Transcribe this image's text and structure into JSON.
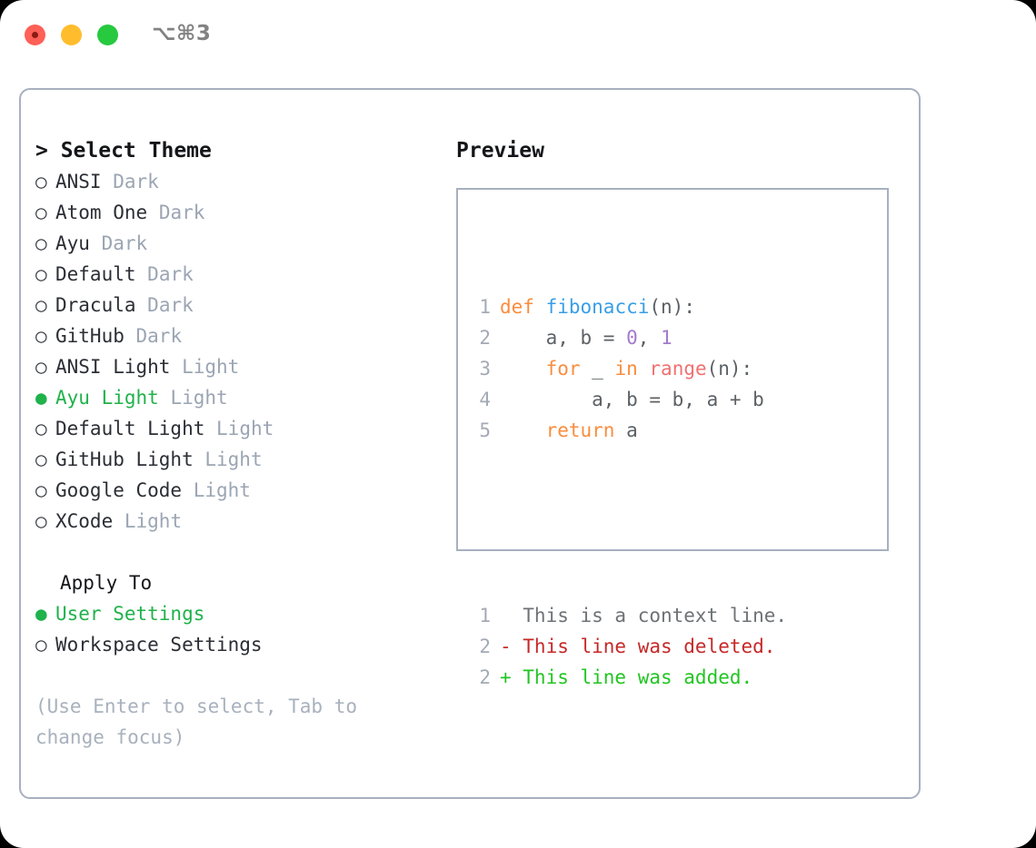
{
  "window": {
    "title": "⌥⌘3",
    "traffic_lights": [
      "close",
      "minimize",
      "maximize"
    ],
    "colors": {
      "close": "#FF6057",
      "minimize": "#FFBD2E",
      "maximize": "#27C93F",
      "border": "#A7B0BF",
      "accent_green": "#20B24B",
      "muted": "#9BA5B3"
    }
  },
  "left": {
    "heading": "> Select Theme",
    "themes": [
      {
        "marker": "○",
        "name": "ANSI",
        "kind": "Dark",
        "selected": false
      },
      {
        "marker": "○",
        "name": "Atom One",
        "kind": "Dark",
        "selected": false
      },
      {
        "marker": "○",
        "name": "Ayu",
        "kind": "Dark",
        "selected": false
      },
      {
        "marker": "○",
        "name": "Default",
        "kind": "Dark",
        "selected": false
      },
      {
        "marker": "○",
        "name": "Dracula",
        "kind": "Dark",
        "selected": false
      },
      {
        "marker": "○",
        "name": "GitHub",
        "kind": "Dark",
        "selected": false
      },
      {
        "marker": "○",
        "name": "ANSI Light",
        "kind": "Light",
        "selected": false
      },
      {
        "marker": "●",
        "name": "Ayu Light",
        "kind": "Light",
        "selected": true
      },
      {
        "marker": "○",
        "name": "Default Light",
        "kind": "Light",
        "selected": false
      },
      {
        "marker": "○",
        "name": "GitHub Light",
        "kind": "Light",
        "selected": false
      },
      {
        "marker": "○",
        "name": "Google Code",
        "kind": "Light",
        "selected": false
      },
      {
        "marker": "○",
        "name": "XCode",
        "kind": "Light",
        "selected": false
      }
    ],
    "apply_to": {
      "title": "Apply To",
      "options": [
        {
          "marker": "●",
          "label": "User Settings",
          "selected": true
        },
        {
          "marker": "○",
          "label": "Workspace Settings",
          "selected": false
        }
      ]
    },
    "hint": "(Use Enter to select, Tab to change focus)"
  },
  "right": {
    "heading": "Preview",
    "code_lines": [
      {
        "num": "1",
        "tokens": [
          {
            "t": "def",
            "c": "tok-kw"
          },
          {
            "t": " ",
            "c": "tok-txt"
          },
          {
            "t": "fibonacci",
            "c": "tok-fn"
          },
          {
            "t": "(n):",
            "c": "tok-op"
          }
        ]
      },
      {
        "num": "2",
        "tokens": [
          {
            "t": "    a, b = ",
            "c": "tok-txt"
          },
          {
            "t": "0",
            "c": "tok-num"
          },
          {
            "t": ", ",
            "c": "tok-txt"
          },
          {
            "t": "1",
            "c": "tok-num"
          }
        ]
      },
      {
        "num": "3",
        "tokens": [
          {
            "t": "    ",
            "c": "tok-txt"
          },
          {
            "t": "for",
            "c": "tok-kw"
          },
          {
            "t": " _ ",
            "c": "tok-txt"
          },
          {
            "t": "in",
            "c": "tok-kw"
          },
          {
            "t": " ",
            "c": "tok-txt"
          },
          {
            "t": "range",
            "c": "tok-call"
          },
          {
            "t": "(n):",
            "c": "tok-op"
          }
        ]
      },
      {
        "num": "4",
        "tokens": [
          {
            "t": "        a, b = b, a + b",
            "c": "tok-txt"
          }
        ]
      },
      {
        "num": "5",
        "tokens": [
          {
            "t": "    ",
            "c": "tok-txt"
          },
          {
            "t": "return",
            "c": "tok-kw"
          },
          {
            "t": " a",
            "c": "tok-txt"
          }
        ]
      }
    ],
    "diff_lines": [
      {
        "num": "1",
        "tokens": [
          {
            "t": "  This is a context line.",
            "c": "diff-ctx"
          }
        ]
      },
      {
        "num": "2",
        "tokens": [
          {
            "t": "- This line was deleted.",
            "c": "diff-del"
          }
        ]
      },
      {
        "num": "2",
        "tokens": [
          {
            "t": "+ This line was added.",
            "c": "diff-add"
          }
        ]
      }
    ]
  }
}
